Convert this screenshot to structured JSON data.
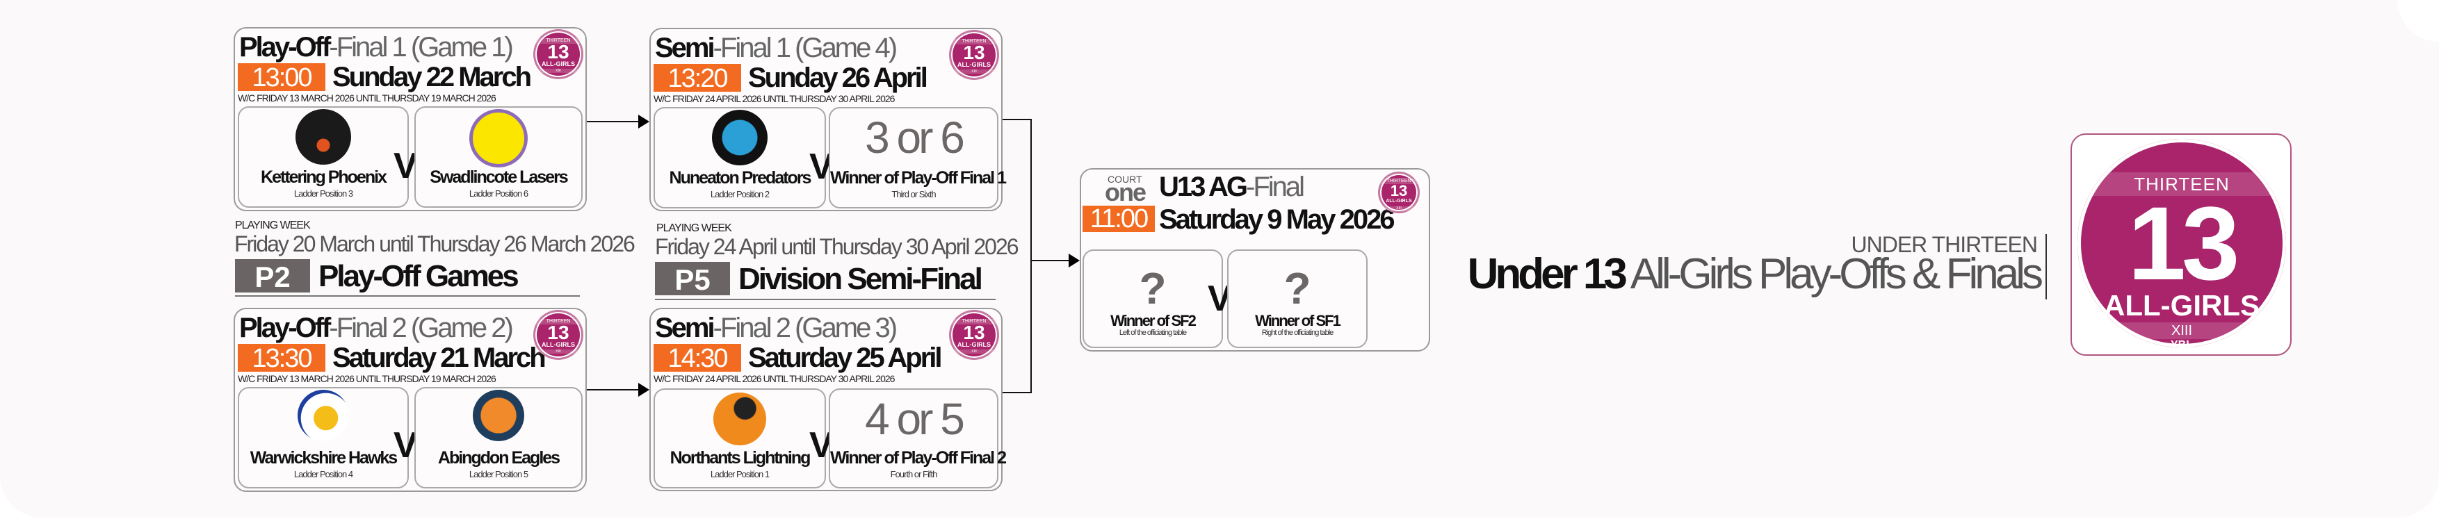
{
  "header": {
    "subtitle": "UNDER THIRTEEN",
    "title_bold": "Under 13",
    "title_light": "All-Girls Play-Offs & Finals"
  },
  "badge": {
    "top": "THIRTEEN",
    "number": "13",
    "label": "ALL-GIRLS",
    "roman": "XIII",
    "brand": "YBL",
    "color": "#a9246a"
  },
  "weeks": [
    {
      "label": "PLAYING WEEK",
      "range": "Friday 20 March until Thursday 26 March 2026",
      "code": "P2",
      "name": "Play-Off Games"
    },
    {
      "label": "PLAYING WEEK",
      "range": "Friday 24 April until Thursday 30 April 2026",
      "code": "P5",
      "name": "Division Semi-Final"
    }
  ],
  "vs_label": "VS",
  "matches": {
    "pof1": {
      "title_bold": "Play-Off",
      "title_light": "-Final 1 (Game 1)",
      "time": "13:00",
      "date": "Sunday 22 March",
      "wc": "W/C FRIDAY 13 MARCH 2026 UNTIL THURSDAY 19 MARCH 2026",
      "home": {
        "name": "Kettering Phoenix",
        "sub": "Ladder Position 3",
        "logo": "kettering-phoenix-logo"
      },
      "away": {
        "name": "Swadlincote Lasers",
        "sub": "Ladder Position 6",
        "logo": "swadlincote-lasers-logo"
      }
    },
    "pof2": {
      "title_bold": "Play-Off",
      "title_light": "-Final 2 (Game 2)",
      "time": "13:30",
      "date": "Saturday 21 March",
      "wc": "W/C FRIDAY 13 MARCH 2026 UNTIL THURSDAY 19 MARCH 2026",
      "home": {
        "name": "Warwickshire Hawks",
        "sub": "Ladder Position 4",
        "logo": "warwickshire-hawks-logo"
      },
      "away": {
        "name": "Abingdon Eagles",
        "sub": "Ladder Position 5",
        "logo": "abingdon-eagles-logo"
      }
    },
    "sf1": {
      "title_bold": "Semi",
      "title_light": "-Final 1 (Game 4)",
      "time": "13:20",
      "date": "Sunday 26 April",
      "wc": "W/C FRIDAY 24 APRIL 2026 UNTIL THURSDAY 30 APRIL 2026",
      "home": {
        "name": "Nuneaton Predators",
        "sub": "Ladder Position 2",
        "logo": "nuneaton-predators-logo"
      },
      "away": {
        "placeholder": "3 or 6",
        "name": "Winner of Play-Off Final 1",
        "sub": "Third or Sixth"
      }
    },
    "sf2": {
      "title_bold": "Semi",
      "title_light": "-Final 2 (Game 3)",
      "time": "14:30",
      "date": "Saturday 25 April",
      "wc": "W/C FRIDAY 24 APRIL 2026 UNTIL THURSDAY 30 APRIL 2026",
      "home": {
        "name": "Northants Lightning",
        "sub": "Ladder Position 1",
        "logo": "northants-lightning-logo"
      },
      "away": {
        "placeholder": "4 or 5",
        "name": "Winner of Play-Off Final 2",
        "sub": "Fourth or Fifth"
      }
    },
    "final": {
      "court_label": "COURT",
      "court": "one",
      "title_bold": "U13 AG",
      "title_light": "-Final",
      "time": "11:00",
      "date": "Saturday 9 May 2026",
      "home": {
        "placeholder": "?",
        "name": "Winner of SF2",
        "sub": "Left of the officiating table"
      },
      "away": {
        "placeholder": "?",
        "name": "Winner of SF1",
        "sub": "Right of the officiating table"
      }
    }
  },
  "colors": {
    "time_bg": "#f26b21",
    "week_code_bg": "#6b6464",
    "badge": "#a9246a"
  }
}
